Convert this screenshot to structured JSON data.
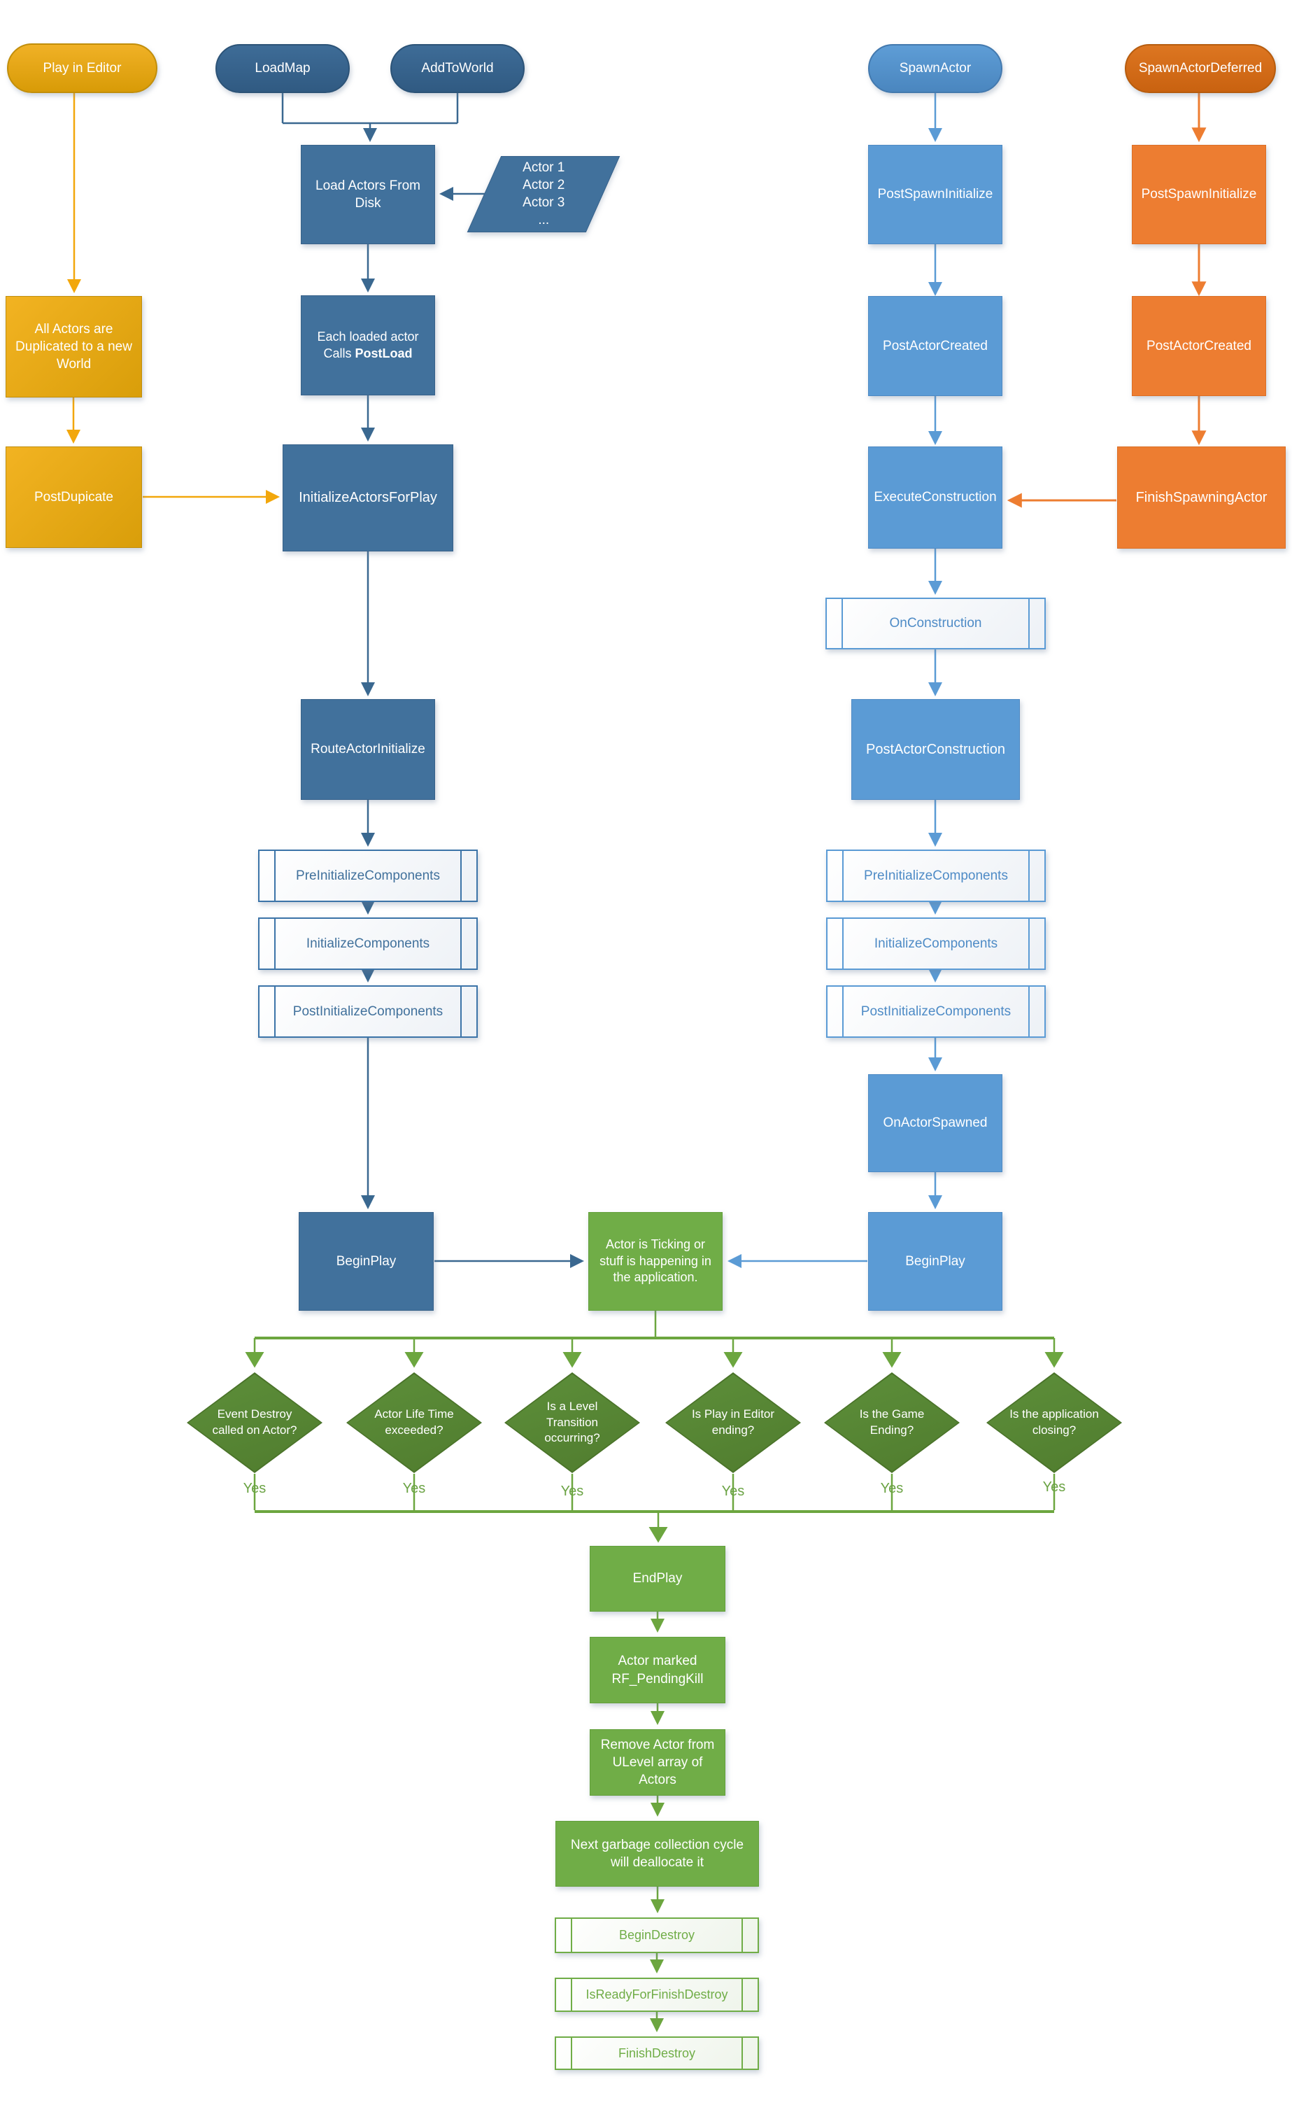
{
  "diagram": {
    "nodes": {
      "play_in_editor": "Play in Editor",
      "load_map": "LoadMap",
      "add_to_world": "AddToWorld",
      "load_actors_from_disk": "Load Actors From Disk",
      "actor_list_lines": [
        "Actor 1",
        "Actor 2",
        "Actor 3",
        "..."
      ],
      "each_loaded_actor_line1": "Each loaded actor",
      "each_loaded_actor_calls_prefix": "Calls ",
      "each_loaded_actor_bold": "PostLoad",
      "all_actors_duplicated": "All Actors are Duplicated to a new World",
      "post_dupicate": "PostDupicate",
      "initialize_actors_for_play": "InitializeActorsForPlay",
      "route_actor_initialize": "RouteActorInitialize",
      "pre_initialize_components": "PreInitializeComponents",
      "initialize_components": "InitializeComponents",
      "post_initialize_components": "PostInitializeComponents",
      "begin_play": "BeginPlay",
      "spawn_actor": "SpawnActor",
      "post_spawn_initialize": "PostSpawnInitialize",
      "post_actor_created": "PostActorCreated",
      "execute_construction": "ExecuteConstruction",
      "on_construction": "OnConstruction",
      "post_actor_construction": "PostActorConstruction",
      "on_actor_spawned": "OnActorSpawned",
      "spawn_actor_deferred": "SpawnActorDeferred",
      "finish_spawning_actor": "FinishSpawningActor",
      "actor_ticking": "Actor is Ticking or stuff is happening in the application.",
      "end_play": "EndPlay",
      "actor_marked_pending_kill": "Actor marked RF_PendingKill",
      "remove_actor": "Remove Actor from ULevel array of Actors",
      "next_garbage": "Next garbage collection cycle will deallocate it",
      "begin_destroy": "BeginDestroy",
      "is_ready_for_finish_destroy": "IsReadyForFinishDestroy",
      "finish_destroy": "FinishDestroy"
    },
    "decisions": [
      "Event Destroy called on Actor?",
      "Actor Life Time exceeded?",
      "Is a Level Transition occurring?",
      "Is Play in Editor ending?",
      "Is the Game Ending?",
      "Is the application closing?"
    ],
    "yes_label": "Yes",
    "colors": {
      "gold": "#E9A713",
      "dark_blue": "#41719C",
      "light_blue": "#5B9BD5",
      "orange": "#ED7D31",
      "green": "#70AD47",
      "diamond_green": "#578635"
    }
  }
}
